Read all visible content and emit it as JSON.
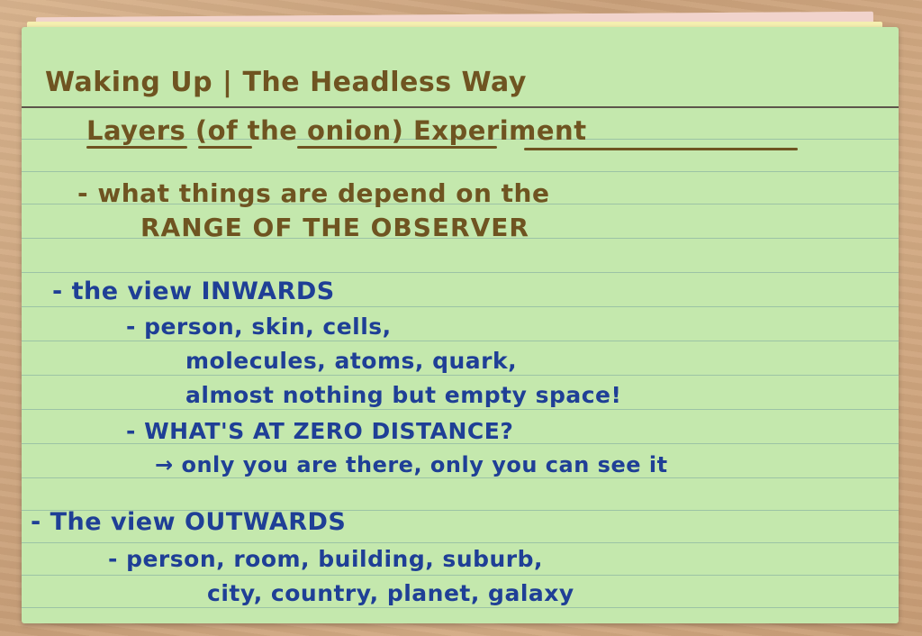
{
  "card": {
    "lines": [
      {
        "id": "title",
        "text": "Waking Up | The Headless Way"
      },
      {
        "id": "subtitle",
        "text": "Layers (of the onion) Experiment"
      },
      {
        "id": "point1a",
        "text": "- what things are depend on the"
      },
      {
        "id": "point1b",
        "text": "RANGE OF THE OBSERVER"
      },
      {
        "id": "inward_heading",
        "text": "- the view INWARDS"
      },
      {
        "id": "inward_1a",
        "text": "- person, skin, cells,"
      },
      {
        "id": "inward_1b",
        "text": "molecules, atoms, quark,"
      },
      {
        "id": "inward_1c",
        "text": "almost nothing but empty space!"
      },
      {
        "id": "inward_2",
        "text": "- WHAT'S AT ZERO DISTANCE?"
      },
      {
        "id": "inward_3",
        "text": "→ only you are there, only you can see it"
      },
      {
        "id": "outward_heading",
        "text": "- The view OUTWARDS"
      },
      {
        "id": "outward_1a",
        "text": "- person, room, building, suburb,"
      },
      {
        "id": "outward_1b",
        "text": "city, country, planet, galaxy"
      }
    ]
  },
  "colors": {
    "card": "#c4e8ad",
    "brown_ink": "#6f5421",
    "blue_ink": "#1f3f96",
    "rule_line": "#8fb7a3"
  }
}
